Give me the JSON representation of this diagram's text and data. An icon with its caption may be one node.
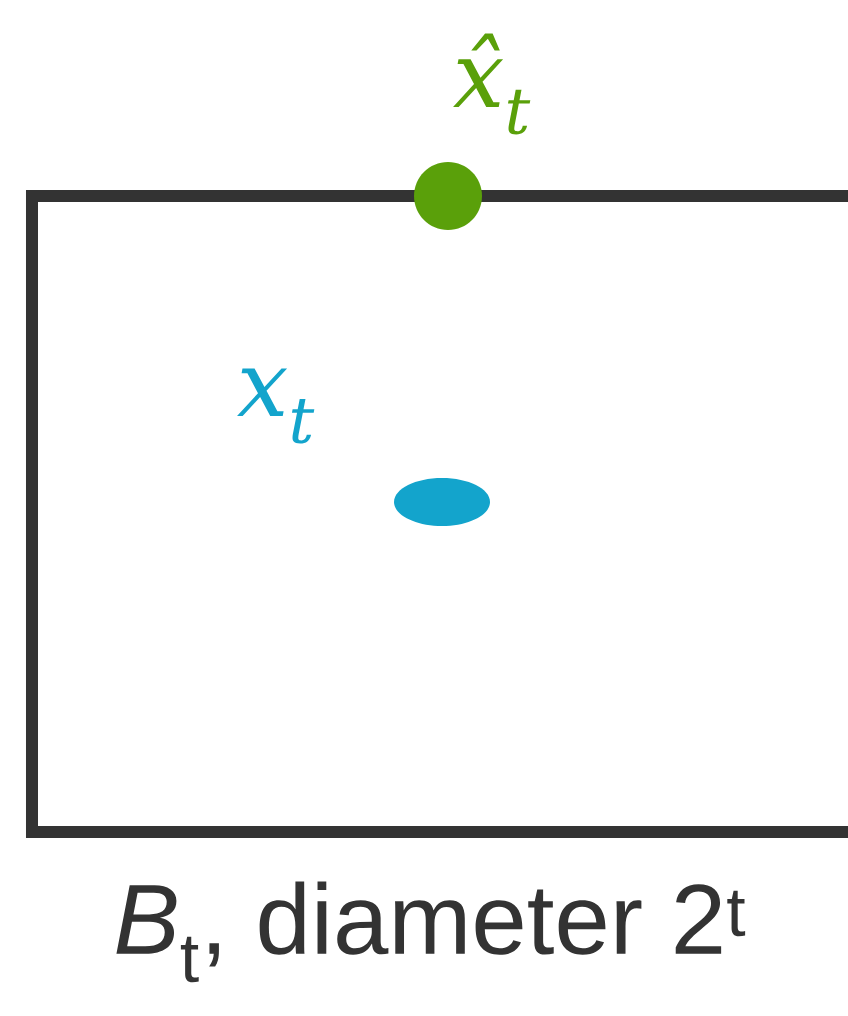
{
  "diagram": {
    "nodes": [
      {
        "text": [
          "*B*$_{t}$, diameter 2$^{t}$"
        ]
      },
      {
        "text": [
          "x̂$_{t}$"
        ]
      },
      {
        "text": [
          "x$_{t}$"
        ],
        "in": 0
      }
    ]
  }
}
